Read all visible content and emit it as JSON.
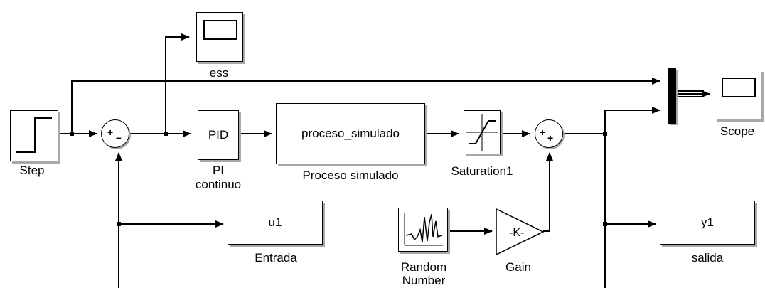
{
  "blocks": {
    "step": {
      "label": "Step"
    },
    "ess_scope": {
      "label": "ess"
    },
    "pid": {
      "text": "PID",
      "label_line1": "PI",
      "label_line2": "continuo"
    },
    "process": {
      "text": "proceso_simulado",
      "label": "Proceso simulado"
    },
    "saturation": {
      "label": "Saturation1"
    },
    "scope": {
      "label": "Scope"
    },
    "u1": {
      "text": "u1",
      "label": "Entrada"
    },
    "random": {
      "label_line1": "Random",
      "label_line2": "Number"
    },
    "gain": {
      "text": "-K-",
      "label": "Gain"
    },
    "y1": {
      "text": "y1",
      "label": "salida"
    }
  },
  "sums": {
    "sum1": {
      "sign_top": "+",
      "sign_right": "–"
    },
    "sum2": {
      "sign_left": "+",
      "sign_right": "+"
    }
  }
}
